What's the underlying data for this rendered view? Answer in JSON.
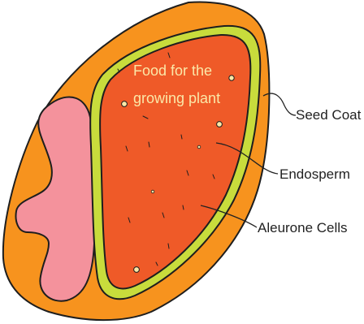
{
  "diagram": {
    "inner_label": {
      "line1": "Food for the",
      "line2": "growing plant"
    },
    "labels": {
      "seed_coat": "Seed Coat",
      "endosperm": "Endosperm",
      "aleurone": "Aleurone Cells"
    },
    "colors": {
      "seed_coat": "#f7931e",
      "aleurone": "#c8dc3c",
      "endosperm": "#ef5a28",
      "embryo": "#f4929c",
      "outline": "#1e1e1e",
      "inner_text": "#fbe8a8"
    }
  }
}
